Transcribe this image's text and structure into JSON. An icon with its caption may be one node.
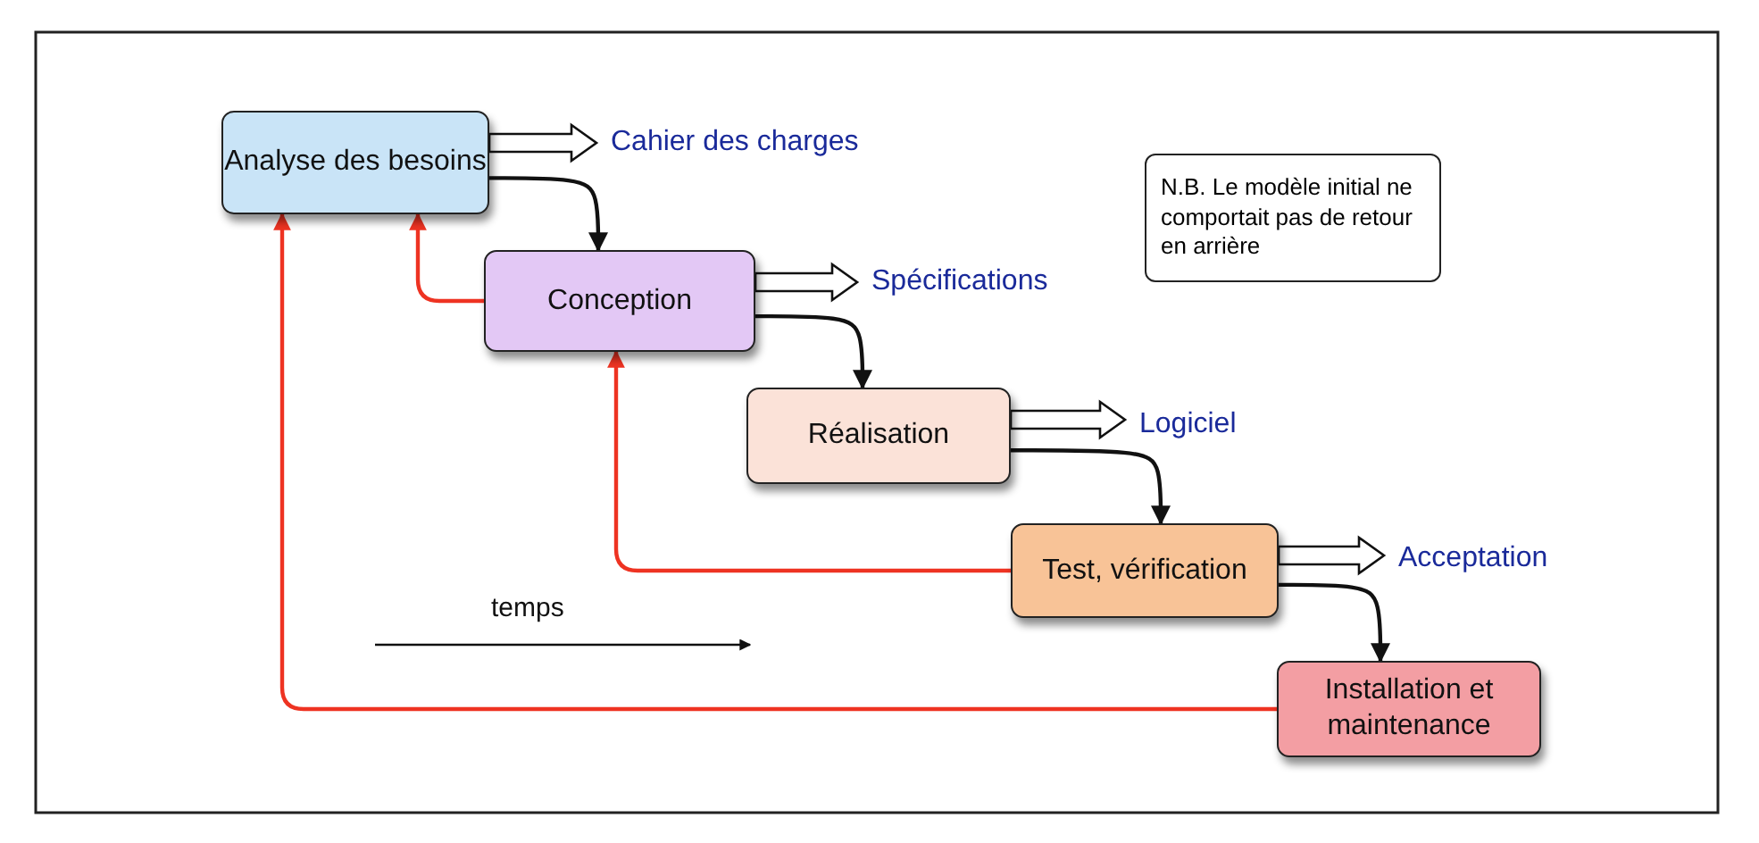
{
  "diagram": {
    "nodes": [
      {
        "text": [
          "Analyse des besoins"
        ]
      },
      {
        "text": [
          "Conception"
        ]
      },
      {
        "text": [
          "Réalisation"
        ]
      },
      {
        "text": [
          "Test, vérification"
        ]
      },
      {
        "text": [
          "Installation et maintenance"
        ]
      },
      {
        "text": [
          "Cahier des charges"
        ]
      },
      {
        "text": [
          "Spécifications"
        ]
      },
      {
        "text": [
          "Logiciel"
        ]
      },
      {
        "text": [
          "Acceptation"
        ]
      },
      {
        "text": [
          "N.B. Le modèle initial ne comportait pas de retour en arrière"
        ]
      }
    ],
    "edges": [
      {
        "from": 0,
        "to": 5,
        "arrow": "to",
        "style": "thick"
      },
      {
        "from": 0,
        "to": 1,
        "arrow": "to"
      },
      {
        "from": 1,
        "to": 6,
        "arrow": "to",
        "style": "thick"
      },
      {
        "from": 1,
        "to": 2,
        "arrow": "to"
      },
      {
        "from": 1,
        "to": 0,
        "arrow": "to",
        "color": "#ee3322"
      },
      {
        "from": 2,
        "to": 7,
        "arrow": "to",
        "style": "thick"
      },
      {
        "from": 2,
        "to": 3,
        "arrow": "to"
      },
      {
        "from": 3,
        "to": 8,
        "arrow": "to",
        "style": "thick"
      },
      {
        "from": 3,
        "to": 1,
        "arrow": "to",
        "color": "#ee3322"
      },
      {
        "from": 3,
        "to": 4,
        "arrow": "to"
      },
      {
        "from": 4,
        "to": 0,
        "arrow": "to",
        "color": "#ee3322"
      }
    ],
    "labels": [
      "temps"
    ]
  }
}
